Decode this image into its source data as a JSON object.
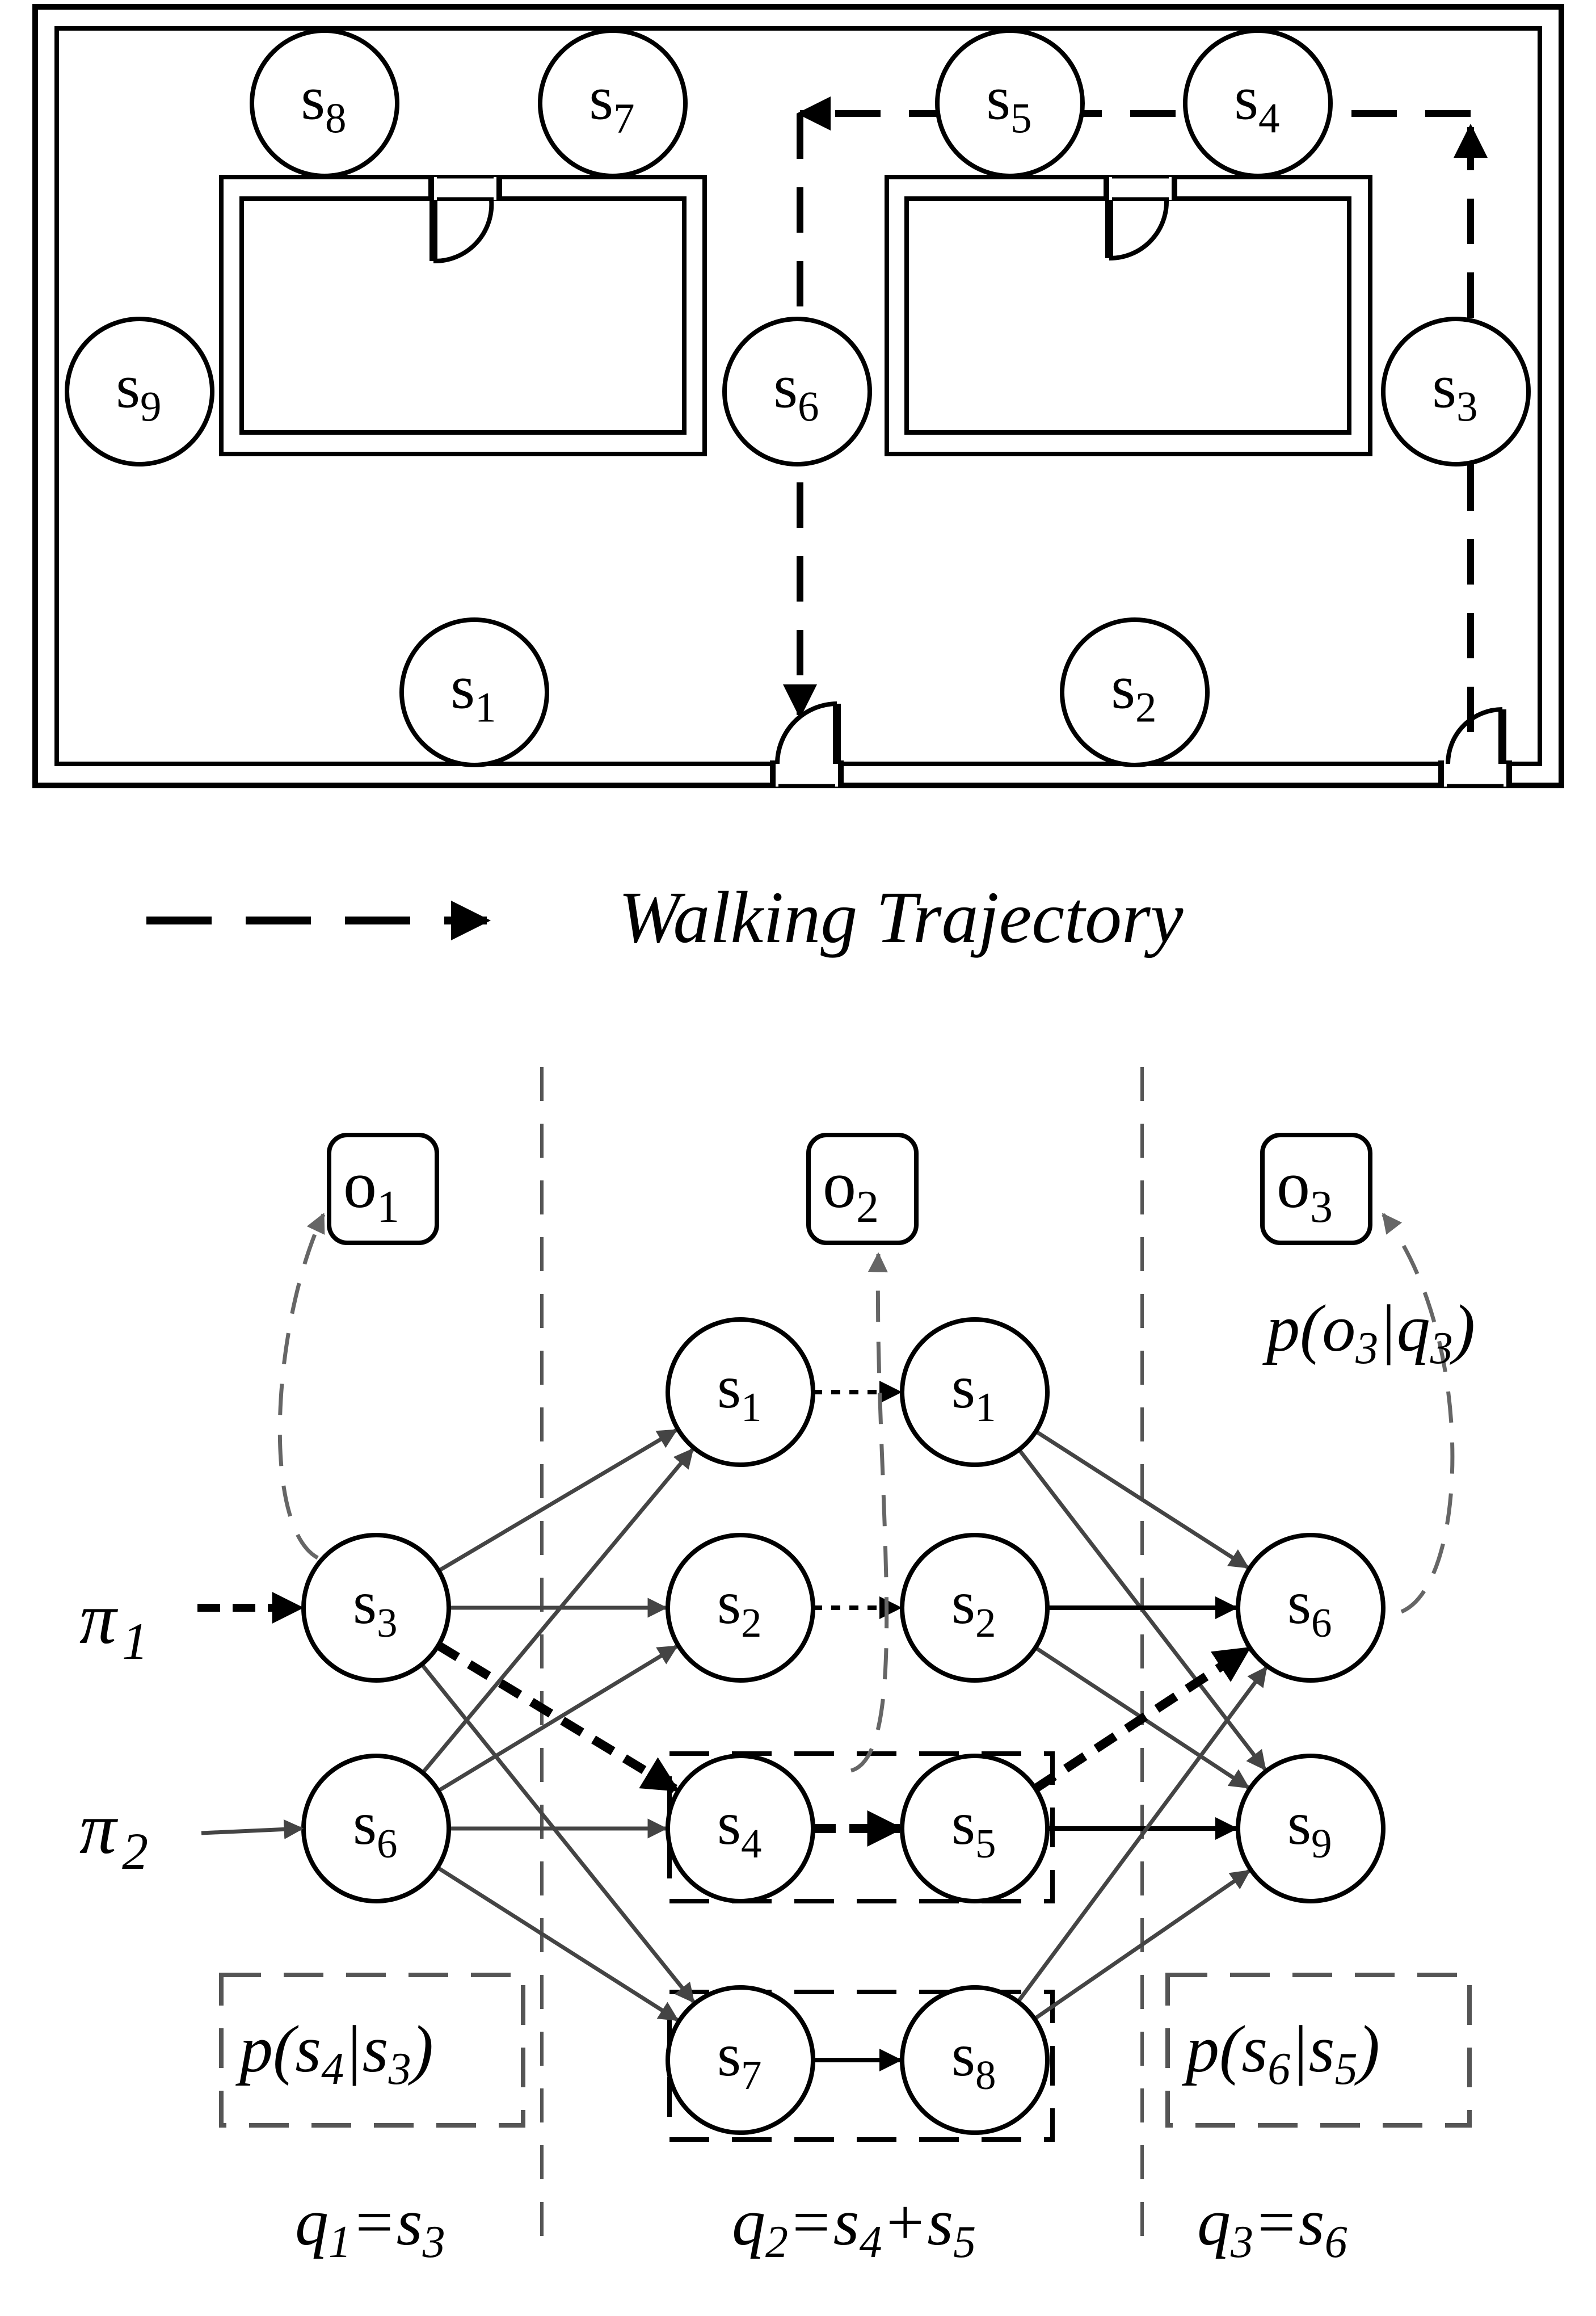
{
  "floorplan": {
    "sensors": [
      {
        "id": "s8",
        "base": "s",
        "sub": "8"
      },
      {
        "id": "s7",
        "base": "s",
        "sub": "7"
      },
      {
        "id": "s5",
        "base": "s",
        "sub": "5"
      },
      {
        "id": "s4",
        "base": "s",
        "sub": "4"
      },
      {
        "id": "s9",
        "base": "s",
        "sub": "9"
      },
      {
        "id": "s6",
        "base": "s",
        "sub": "6"
      },
      {
        "id": "s3",
        "base": "s",
        "sub": "3"
      },
      {
        "id": "s1",
        "base": "s",
        "sub": "1"
      },
      {
        "id": "s2",
        "base": "s",
        "sub": "2"
      }
    ]
  },
  "legend": {
    "label": "Walking Trajectory"
  },
  "hmm": {
    "observations": [
      {
        "id": "o1",
        "base": "o",
        "sub": "1"
      },
      {
        "id": "o2",
        "base": "o",
        "sub": "2"
      },
      {
        "id": "o3",
        "base": "o",
        "sub": "3"
      }
    ],
    "states": [
      {
        "id": "s3",
        "base": "s",
        "sub": "3"
      },
      {
        "id": "s6a",
        "base": "s",
        "sub": "6"
      },
      {
        "id": "s1a",
        "base": "s",
        "sub": "1"
      },
      {
        "id": "s2a",
        "base": "s",
        "sub": "2"
      },
      {
        "id": "s4",
        "base": "s",
        "sub": "4"
      },
      {
        "id": "s7",
        "base": "s",
        "sub": "7"
      },
      {
        "id": "s1b",
        "base": "s",
        "sub": "1"
      },
      {
        "id": "s2b",
        "base": "s",
        "sub": "2"
      },
      {
        "id": "s5",
        "base": "s",
        "sub": "5"
      },
      {
        "id": "s8",
        "base": "s",
        "sub": "8"
      },
      {
        "id": "s6b",
        "base": "s",
        "sub": "6"
      },
      {
        "id": "s9",
        "base": "s",
        "sub": "9"
      }
    ],
    "priors": [
      {
        "id": "pi1",
        "base": "π",
        "sub": "1"
      },
      {
        "id": "pi2",
        "base": "π",
        "sub": "2"
      }
    ],
    "emission_label": {
      "text_a": "p(o",
      "sub_a": "3",
      "text_b": "|q",
      "sub_b": "3",
      "text_c": ")"
    },
    "transition_label_1": {
      "text_a": "p(s",
      "sub_a": "4",
      "text_b": "|s",
      "sub_b": "3",
      "text_c": ")"
    },
    "transition_label_2": {
      "text_a": "p(s",
      "sub_a": "6",
      "text_b": "|s",
      "sub_b": "5",
      "text_c": ")"
    },
    "q1": {
      "a": "q",
      "a_sub": "1",
      "eq": "=",
      "b": "s",
      "b_sub": "3"
    },
    "q2": {
      "a": "q",
      "a_sub": "2",
      "eq": "=",
      "b": "s",
      "b_sub": "4",
      "plus": "+",
      "c": "s",
      "c_sub": "5"
    },
    "q3": {
      "a": "q",
      "a_sub": "3",
      "eq": "=",
      "b": "s",
      "b_sub": "6"
    }
  }
}
